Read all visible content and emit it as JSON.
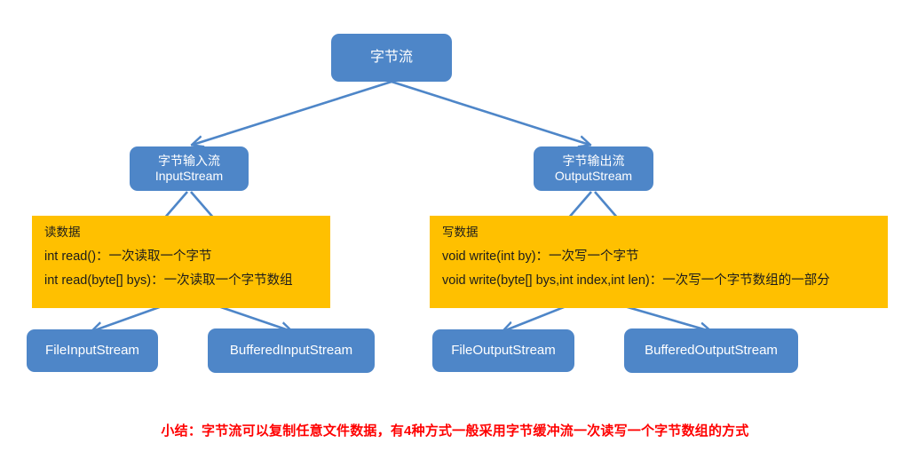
{
  "diagram": {
    "title_node": {
      "line1": "字节流",
      "line2": ""
    },
    "branches": [
      {
        "line1": "字节输入流",
        "line2": "InputStream"
      },
      {
        "line1": "字节输出流",
        "line2": "OutputStream"
      }
    ],
    "panels": {
      "read": {
        "heading": "读数据",
        "rows": [
          "int read()：一次读取一个字节",
          "int read(byte[] bys)：一次读取一个字节数组"
        ]
      },
      "write": {
        "heading": "写数据",
        "rows": [
          "void write(int by)：一次写一个字节",
          "void write(byte[] bys,int index,int len)：一次写一个字节数组的一部分"
        ]
      }
    },
    "leaves": {
      "file_input": "FileInputStream",
      "buffered_input": "BufferedInputStream",
      "file_output": "FileOutputStream",
      "buffered_output": "BufferedOutputStream"
    },
    "footer": "小结：字节流可以复制任意文件数据，有4种方式一般采用字节缓冲流一次读写一个字节数组的方式",
    "colors": {
      "node_blue": "#4e86c8",
      "panel_orange": "#ffc000",
      "edge_blue": "#4e86c8",
      "footer_red": "#ff0000",
      "background": "#ffffff"
    }
  }
}
